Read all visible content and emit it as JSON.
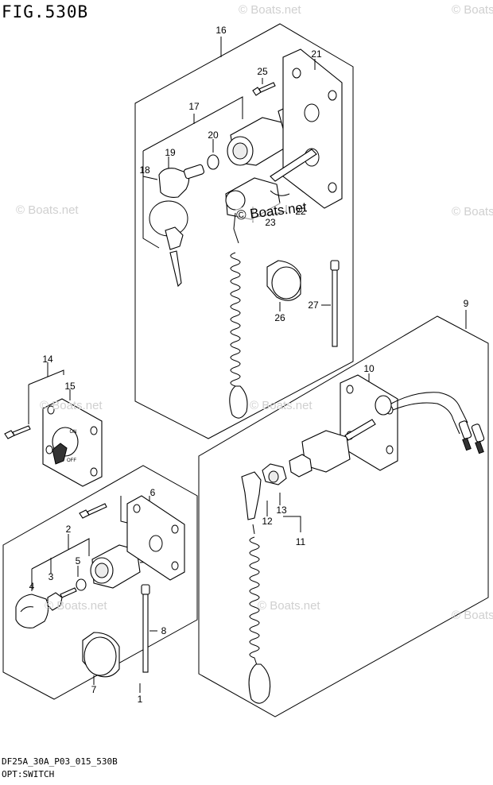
{
  "figure": {
    "title": "FIG.530B",
    "model_line": "DF25A_30A_P03_015_530B",
    "section_name": "OPT:SWITCH"
  },
  "watermark": {
    "text": "© Boats.net",
    "highlight_text": "© Boats.net"
  },
  "callouts": [
    {
      "id": "c1",
      "text": "1"
    },
    {
      "id": "c2",
      "text": "2"
    },
    {
      "id": "c3",
      "text": "3"
    },
    {
      "id": "c4",
      "text": "4"
    },
    {
      "id": "c5",
      "text": "5"
    },
    {
      "id": "c6",
      "text": "6"
    },
    {
      "id": "c7",
      "text": "7"
    },
    {
      "id": "c8",
      "text": "8"
    },
    {
      "id": "c9",
      "text": "9"
    },
    {
      "id": "c10",
      "text": "10"
    },
    {
      "id": "c11",
      "text": "11"
    },
    {
      "id": "c12",
      "text": "12"
    },
    {
      "id": "c13",
      "text": "13"
    },
    {
      "id": "c14",
      "text": "14"
    },
    {
      "id": "c15",
      "text": "15"
    },
    {
      "id": "c16",
      "text": "16"
    },
    {
      "id": "c17",
      "text": "17"
    },
    {
      "id": "c18",
      "text": "18"
    },
    {
      "id": "c19",
      "text": "19"
    },
    {
      "id": "c20",
      "text": "20"
    },
    {
      "id": "c21",
      "text": "21"
    },
    {
      "id": "c22",
      "text": "22"
    },
    {
      "id": "c23",
      "text": "23"
    },
    {
      "id": "c25",
      "text": "25"
    },
    {
      "id": "c26",
      "text": "26"
    },
    {
      "id": "c27",
      "text": "27"
    }
  ],
  "switch_plate_labels": {
    "on": "ON",
    "off": "OFF"
  }
}
